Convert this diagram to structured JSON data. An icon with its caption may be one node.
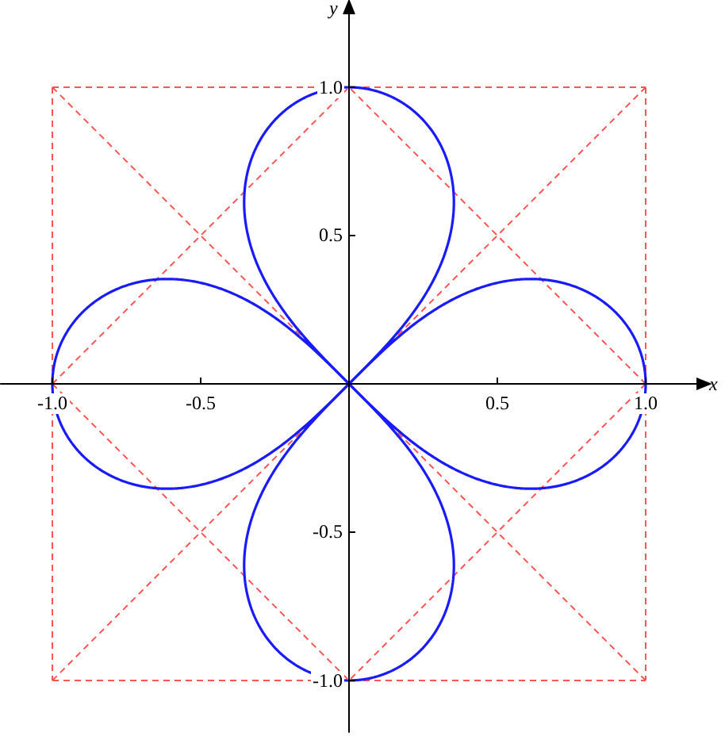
{
  "diagram": {
    "chart_data": {
      "type": "line",
      "xlabel": "x",
      "ylabel": "y",
      "xlim": [
        -1.176,
        1.176
      ],
      "ylim": [
        -1.176,
        1.251
      ],
      "xticks": [
        {
          "value": -1,
          "label": "-1.0"
        },
        {
          "value": -0.5,
          "label": "-0.5"
        },
        {
          "value": 0.5,
          "label": "0.5"
        },
        {
          "value": 1,
          "label": "1.0"
        }
      ],
      "yticks": [
        {
          "value": 1,
          "label": "1.0"
        },
        {
          "value": 0.5,
          "label": "0.5"
        },
        {
          "value": -0.5,
          "label": "-0.5"
        },
        {
          "value": -1,
          "label": "-1.0"
        }
      ],
      "series": [
        {
          "color": "#ff5555",
          "line_style": "dashed",
          "x": [
            -1,
            0,
            1
          ],
          "values": [
            1,
            1,
            1
          ]
        },
        {
          "color": "#ff5555",
          "line_style": "dashed",
          "x": [
            -1,
            0,
            1
          ],
          "values": [
            -1,
            -1,
            -1
          ]
        },
        {
          "color": "#ff5555",
          "line_style": "dashed",
          "x": [
            -1,
            0,
            1
          ],
          "values": [
            0,
            1,
            0
          ]
        },
        {
          "color": "#ff5555",
          "line_style": "dashed",
          "x": [
            -1,
            0,
            1
          ],
          "values": [
            0,
            -1,
            0
          ]
        },
        {
          "color": "#ff5555",
          "line_style": "dashed",
          "x": [
            -1,
            0,
            1
          ],
          "values": [
            1,
            0,
            -1
          ]
        },
        {
          "color": "#ff5555",
          "line_style": "dashed",
          "x": [
            -1,
            0,
            1
          ],
          "values": [
            -1,
            0,
            1
          ]
        }
      ],
      "ref_lines": [
        {
          "axis": "x",
          "value": -1,
          "color": "#ff5555",
          "line_style": "dashed"
        },
        {
          "axis": "x",
          "value": 1,
          "color": "#ff5555",
          "line_style": "dashed"
        }
      ]
    }
  }
}
